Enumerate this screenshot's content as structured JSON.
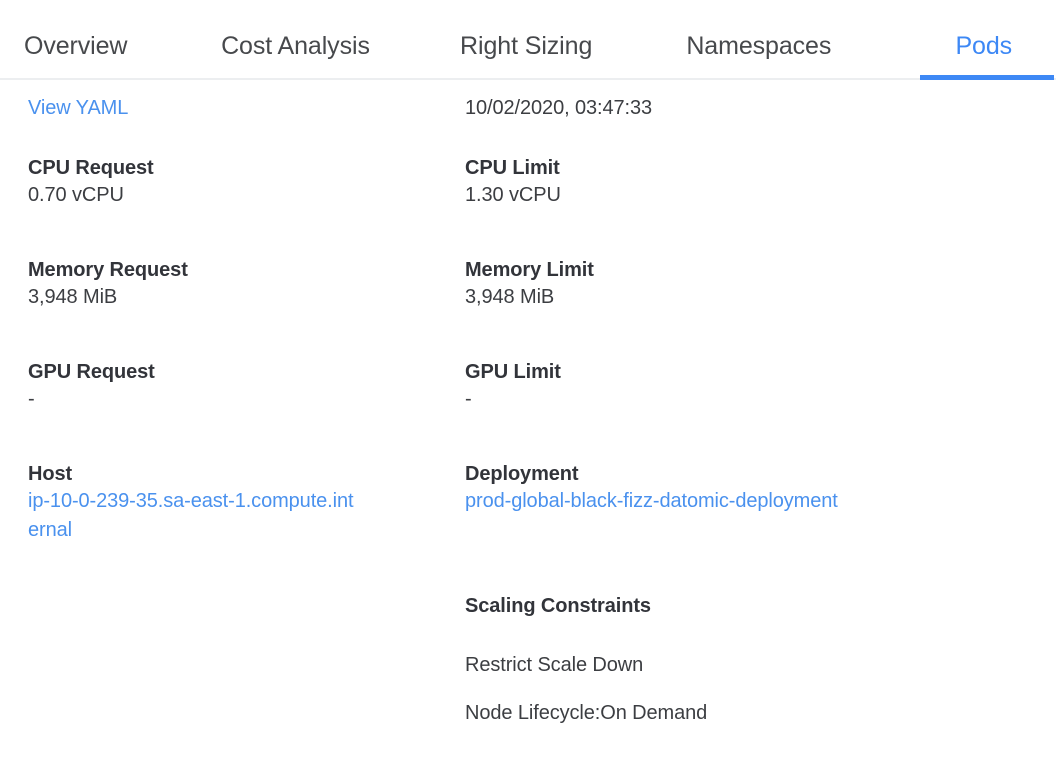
{
  "tabs": [
    {
      "id": "overview",
      "label": "Overview",
      "active": false
    },
    {
      "id": "cost-analysis",
      "label": "Cost Analysis",
      "active": false
    },
    {
      "id": "right-sizing",
      "label": "Right Sizing",
      "active": false
    },
    {
      "id": "namespaces",
      "label": "Namespaces",
      "active": false
    },
    {
      "id": "pods",
      "label": "Pods",
      "active": true
    }
  ],
  "colors": {
    "accent": "#3d88f5",
    "link": "#4a91ee",
    "text": "#3c3e42",
    "label": "#32343a",
    "tab_inactive": "#47494c",
    "divider": "#eceef0"
  },
  "detail": {
    "left": {
      "view_yaml_link": "View YAML",
      "cpu_request_label": "CPU Request",
      "cpu_request_value": "0.70 vCPU",
      "memory_request_label": "Memory Request",
      "memory_request_value": "3,948 MiB",
      "gpu_request_label": "GPU Request",
      "gpu_request_value": "-",
      "host_label": "Host",
      "host_value": "ip-10-0-239-35.sa-east-1.compute.internal"
    },
    "right": {
      "timestamp": "10/02/2020, 03:47:33",
      "cpu_limit_label": "CPU Limit",
      "cpu_limit_value": "1.30 vCPU",
      "memory_limit_label": "Memory Limit",
      "memory_limit_value": "3,948 MiB",
      "gpu_limit_label": "GPU Limit",
      "gpu_limit_value": "-",
      "deployment_label": "Deployment",
      "deployment_value": "prod-global-black-fizz-datomic-deployment",
      "scaling_constraints_label": "Scaling Constraints",
      "scaling_constraints": [
        "Restrict Scale Down",
        "Node Lifecycle:On Demand"
      ]
    }
  }
}
